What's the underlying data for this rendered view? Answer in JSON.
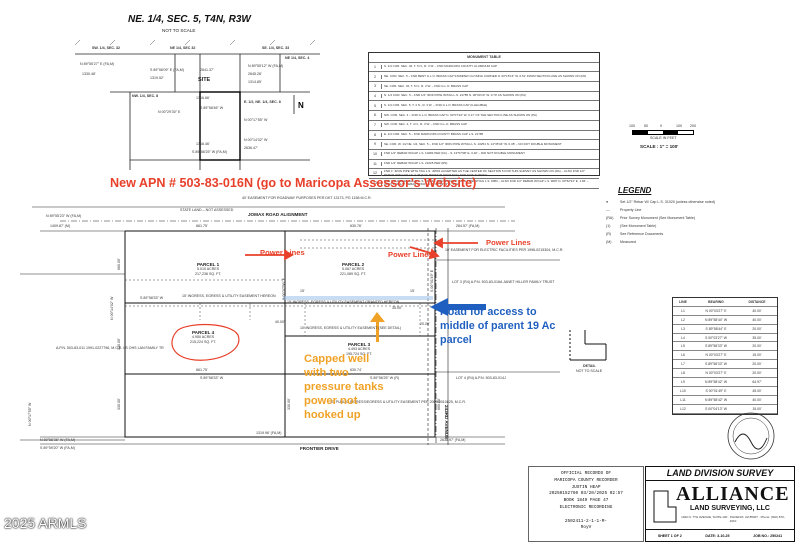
{
  "vicinity": {
    "title": "NE. 1/4, SEC. 5, T4N, R3W",
    "not_to_scale": "NOT TO SCALE",
    "site": "SITE",
    "labels": [
      "SW. 1/4, SEC. 32",
      "NE 1/4, SEC 32",
      "SE. 1/4, SEC. 33",
      "NW. 1/4, SEC. 8",
      "E. 1/2, NE. 1/4, SEC. 8",
      "NE 1/4, SEC. 4"
    ],
    "bearings": [
      "N 89°55'27\" E (FA,M)",
      "S 89°56'09\" E (FA,M)",
      "N 89°55'12\" W (FA,M)",
      "S 89°56'25\" W (FA,M)",
      "N 00°29'30\" E",
      "S 89°58'46\" W",
      "N 00°17'55\" W",
      "N 00°14'02\" W"
    ],
    "distances": [
      "1330.48'",
      "1319.52'",
      "2641.37'",
      "2645.28'",
      "1316.66'",
      "1314.85'",
      "1316.46'",
      "2636.47'"
    ]
  },
  "monument_table": {
    "title": "MONUMENT TABLE",
    "rows": [
      {
        "no": "1",
        "text": "S. 1/4 COR. SEC. 32, T. 5 N., R. 3 W. – FND MARICOPA COUNTY ALUMINUM CAP"
      },
      {
        "no": "2",
        "text": "NE. COR. SEC. 5 – FND BENT G.L.O. BRASS CAP STAMPED CLOSING CORNER N. 00°15'13\" W. 0.51' FROM SECTION LINE AS SHOWN ON (PA)"
      },
      {
        "no": "3",
        "text": "SE. COR. SEC. 32, T. 5 N., R. 3 W. – FND G.L.O. BRASS CAP"
      },
      {
        "no": "4",
        "text": "N. 1/4 COR. SEC. 5 – FND 1/2\" IRON PIPE W/TAG L.S. 21785 N. 00°00'16\" W. 0.70' AS SHOWN ON (PA)"
      },
      {
        "no": "5",
        "text": "S. 1/4 COR. SEC. 5, T. 4 N., R. 3 W. – FND G.L.O. BRASS CAP (ILLEGIBLE)"
      },
      {
        "no": "6",
        "text": "NW. COR. SEC. 4 – FND G.L.O. BRASS CAP N. 00°07'44\" W. 0.17' OF THE SECTION LINE AS SHOWN ON (PA)"
      },
      {
        "no": "7",
        "text": "SW. COR. SEC. 4, T. 4 N., R. 3 W. – FND G.L.O. BRASS CAP"
      },
      {
        "no": "8",
        "text": "E. 1/4 COR. SEC. 5 – FND MARICOPA COUNTY BRASS CAP L.S. 21785"
      },
      {
        "no": "9",
        "text": "SE. COR. W. 1/2 NE. 1/4, SEC. 5 – FND 1/2\" IRON PIPE W/TAG L.S. 10254 N. 14°35'34\" W. 0.38' – NO DOT DOUBLE MONUMENT"
      },
      {
        "no": "10",
        "text": "FND 1/2\" REBAR W/CAP L.S. 10284 PER (FA) – S. 13°57'08\" E. 0.40' – DID NOT DOUBLE MONUMENT"
      },
      {
        "no": "11",
        "text": "FND 1/2\" REBAR W/CAP L.S. 21025 PER (RS)"
      },
      {
        "no": "12",
        "text": "FND 1\" IRON PIPE WITH TAG L.S. 40591 ACCEPTED AS THE CENTER OF SECTION 5 FOR THIS SURVEY AS SHOWN ON (RA) – ALSO FND 1/2\" REBAR WITH NO I.D. 0.45'(THE MINIMUM DISTANCE) FOR THIS SURVEY"
      },
      {
        "no": "13",
        "text": "FND 1/2\" REBAR W/CAP L.S. 10284 – ALSO FND 1/2\" IRON PIPE W/TAG L.S. 9083 – ALSO FND 1/2\" REBAR W/CAP L.S. 9087 N. 00°52'34\" E. 1.84' – ALSO FND 1/2\" REBAR W/NO I.D. S. 86°59'23\" E. 1.02'"
      }
    ]
  },
  "scale": {
    "label": "SCALE IN FEET",
    "text": "SCALE : 1\" = 100'",
    "ticks": [
      "100",
      "50",
      "0",
      "100",
      "200"
    ]
  },
  "annotations": {
    "apn": "New APN # 503-83-016N (go to Maricopa Assessor’s Website)",
    "power_lines": "Power Lines",
    "road_access": "Road for access to middle of parent 19 Ac parcel",
    "capped_well": "Capped well with two pressure tanks power not hooked up"
  },
  "legend": {
    "title": "LEGEND",
    "items": [
      {
        "sym": "●",
        "text": "Set 1/2\" Rebar W/ Cap L.S. 31020 (unless otherwise noted)"
      },
      {
        "sym": "—",
        "text": "Property Line"
      },
      {
        "sym": "(RA)",
        "text": "Prior Survey Monument (See Monument Table)"
      },
      {
        "sym": "(1)",
        "text": "(See Monument Table)"
      },
      {
        "sym": "(R)",
        "text": "See Reference Documents"
      },
      {
        "sym": "(M)",
        "text": "Measured"
      }
    ]
  },
  "plat": {
    "jomax": "JOMAX ROAD ALIGNMENT",
    "frontier": "FRONTIER DRIVE",
    "avenue": "243RD AVENUE",
    "parcels": [
      {
        "name": "PARCEL 1",
        "area": "5.010 ACRES",
        "sqft": "217,236 SQ. FT."
      },
      {
        "name": "PARCEL 2",
        "area": "5.067 ACRES",
        "sqft": "221,089 SQ. FT."
      },
      {
        "name": "PARCEL 3",
        "area": "4.493 ACRES",
        "sqft": "195,724 SQ. FT."
      },
      {
        "name": "PARCEL 4",
        "area": "4.950 ACRES",
        "sqft": "215,224 SQ. FT."
      }
    ],
    "notes": [
      "40' EASEMENT FOR ROADWAY PURPOSES PER DKT 13173, PG 1158 M.C.R.",
      "STATE LAND – NOT ASSESSED",
      "10' EASEMENT FOR ELECTRIC FACILITIES PER 1996-0215304, M.C.R.",
      "15' INGRESS, EGRESS & UTILITY EASEMENT GRANTED HEREON",
      "15' INGRESS, EGRESS & UTILITY EASEMENT HEREON",
      "10' INGRESS, EGRESS & UTILITY EASEMENT (SEE DETAIL)",
      "LOT 3 (R4) A.P.N. 503-83-016A JANET HILLER FAMILY TRUST",
      "LOT 4 (R4) A.P.N. 503-83-014J",
      "A.P.N. 503-83-011 1991-0227796, M.C.R. LS OHS LAN FAMILY TR",
      "30' PUBLIC INGRESS/EGRESS & UTILITY EASEMENT PER 2009-0010825, M.C.R."
    ],
    "bearings": [
      "N 89°55'23\" W (FA,M)",
      "S 89°58'33\" W",
      "S 89°58'33\" W",
      "N 89°58'36\" W (FA,M)",
      "S 89°59'20\" W (FA,M)",
      "S 89°56'25\" W (R)",
      "N 00°14'02\" W",
      "N 00°17'55\" W",
      "S 00°07'56\" E",
      "S 00°01'49\" E"
    ],
    "dims": [
      "1409.87' (M)",
      "661.75'",
      "630.76'",
      "264.57' (FA,M)",
      "660.00'",
      "330.00'",
      "330.00'",
      "330.00'",
      "660.00'",
      "661.75'",
      "630.74'",
      "1319.96' (FA,M)",
      "2638.97' (FA,M)",
      "40.00'",
      "20.00'",
      "15'",
      "15'",
      "35.00'"
    ]
  },
  "line_table": {
    "headers": [
      "LINE",
      "BEARING",
      "DISTANCE"
    ],
    "rows": [
      [
        "L1",
        "N 00°03'27\" E",
        "40.00'"
      ],
      [
        "L2",
        "N 89°58'44\" W",
        "40.00'"
      ],
      [
        "L3",
        "S 89°58'44\" E",
        "20.00'"
      ],
      [
        "L4",
        "S 00°03'27\" W",
        "35.00'"
      ],
      [
        "L5",
        "S 89°58'33\" W",
        "20.00'"
      ],
      [
        "L6",
        "N 00°03'27\" E",
        "15.00'"
      ],
      [
        "L7",
        "S 89°58'33\" W",
        "20.00'"
      ],
      [
        "L8",
        "N 00°03'27\" E",
        "20.00'"
      ],
      [
        "L9",
        "N 89°58'42\" W",
        "64.97'"
      ],
      [
        "L10",
        "S 00°01'49\" E",
        "45.00'"
      ],
      [
        "L11",
        "N 89°58'42\" W",
        "40.00'"
      ],
      [
        "L12",
        "S 00°04'13\" W",
        "15.00'"
      ]
    ]
  },
  "detail": {
    "title": "DETAIL",
    "subtitle": "NOT TO SCALE"
  },
  "recorder": {
    "lines": [
      "OFFICIAL RECORDS OF",
      "MARICOPA COUNTY RECORDER",
      "JUSTIN HEAP",
      "20250152760  03/20/2025  02:57",
      "BOOK 1849  PAGE 47",
      "ELECTRONIC RECORDING",
      "",
      "2502411-2-1-1-M-",
      "RoyV"
    ]
  },
  "title_block": {
    "heading": "LAND DIVISION SURVEY",
    "company": "ALLIANCE",
    "company_sub": "LAND SURVEYING, LLC",
    "address": "1920 N. 7TH AVENUE, SUITE 100 · PHOENIX, AZ 85007 · Phone: (602) 870-2010",
    "sheet": "SHEET 1 OF 2",
    "date": "DATE: 3-10-25",
    "job": "JOB NO.: 250241"
  },
  "watermark": "2025 ARMLS"
}
